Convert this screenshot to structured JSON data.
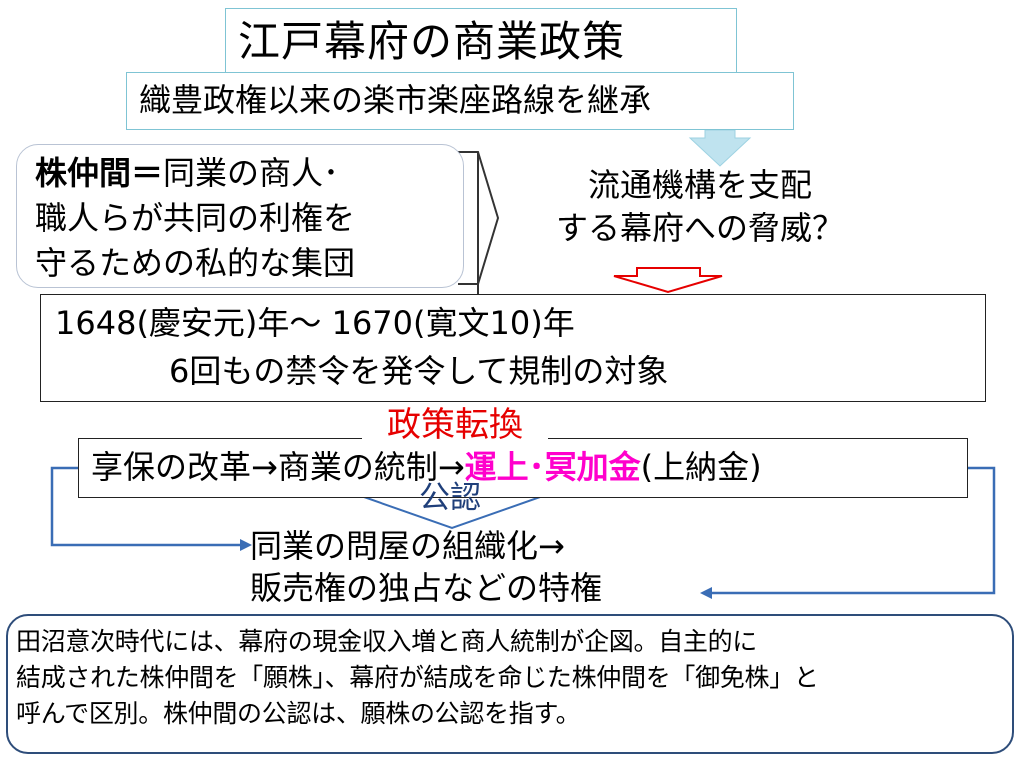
{
  "title": "江戸幕府の商業政策",
  "subtitle": "織豊政権以来の楽市楽座路線を継承",
  "kabunakama": {
    "term": "株仲間＝",
    "line1_rest": "同業の商人･",
    "line2": "職人らが共同の利権を",
    "line3": "守るための私的な集団"
  },
  "threat": {
    "line1": "流通機構を支配",
    "line2": "する幕府への脅威？"
  },
  "ban": {
    "line1": "1648(慶安元)年～ 1670(寛文10)年",
    "line2": "6回もの禁令を発令して規制の対象"
  },
  "policy_turn": "政策転換",
  "kyoho": {
    "main": "享保の改革→商業の統制→",
    "highlight": "運上･冥加金",
    "paren": "(上納金)"
  },
  "ninsho": "公認",
  "tonya": {
    "line1": "同業の問屋の組織化→",
    "line2": "販売権の独占などの特権"
  },
  "note": {
    "line1": "田沼意次時代には、幕府の現金収入増と商人統制が企図。自主的に",
    "line2": "結成された株仲間を「願株」、幕府が結成を命じた株仲間を「御免株」と",
    "line3": "呼んで区別。株仲間の公認は、願株の公認を指す。"
  },
  "colors": {
    "title_border": "#7fc4d4",
    "highlight_red": "#e60000",
    "highlight_magenta": "#ff00cc",
    "arrow_blue": "#3a6db5",
    "note_border": "#2e4d7a"
  }
}
